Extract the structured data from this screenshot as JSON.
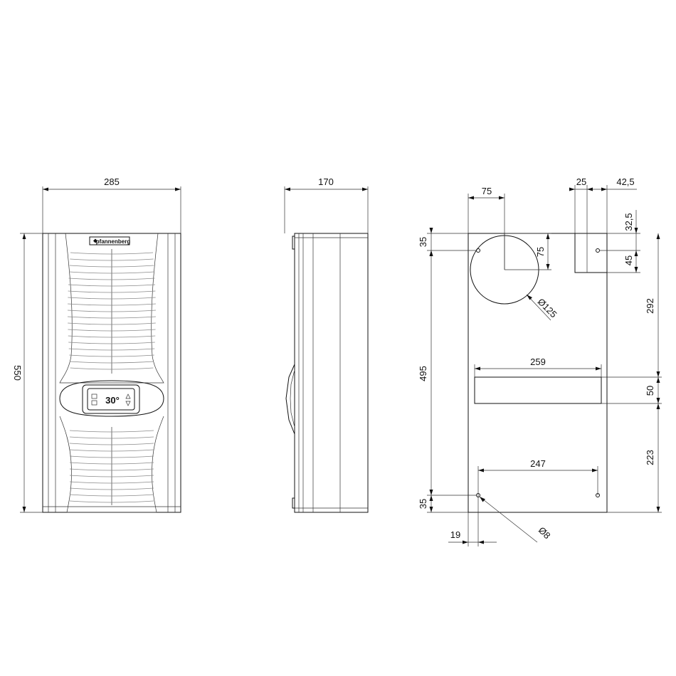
{
  "front_view": {
    "width_dim": "285",
    "height_dim": "550",
    "logo_text": "pfannenberg",
    "display_value": "30°"
  },
  "side_view": {
    "depth_dim": "170"
  },
  "cutout_view": {
    "dim_75_h": "75",
    "dim_25": "25",
    "dim_42_5": "42,5",
    "dim_32_5": "32,5",
    "dim_35_top": "35",
    "dim_75_v": "75",
    "dim_45": "45",
    "dim_dia_125": "Ø125",
    "dim_292": "292",
    "dim_495": "495",
    "dim_259": "259",
    "dim_50": "50",
    "dim_223": "223",
    "dim_247": "247",
    "dim_35_bottom": "35",
    "dim_19": "19",
    "dim_dia_8": "Ø8"
  },
  "colors": {
    "line": "#111111",
    "secondary_line": "#8a8a8a",
    "background": "#ffffff"
  }
}
